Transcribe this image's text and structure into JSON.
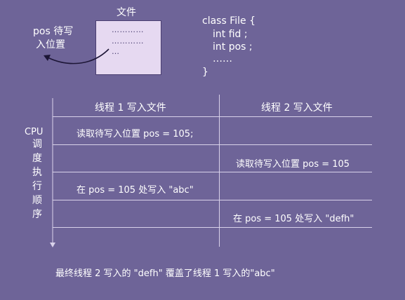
{
  "file_diagram": {
    "box_label": "文件",
    "dots_line_1": "…………",
    "dots_line_2": "…………",
    "dots_line_3": "…",
    "pos_label_line_1": "pos 待写",
    "pos_label_line_2": "入位置"
  },
  "code": {
    "line_1": "class File {",
    "line_2": "int fid ;",
    "line_3": "int pos ;",
    "line_4": "……",
    "line_5": "}"
  },
  "timeline": {
    "thread1_header": "线程 1 写入文件",
    "thread2_header": "线程 2 写入文件",
    "axis_label_top": "CPU",
    "axis_label_chars": [
      "调",
      "度",
      "执",
      "行",
      "顺",
      "序"
    ],
    "steps": [
      {
        "thread": 1,
        "text": "读取待写入位置 pos = 105;"
      },
      {
        "thread": 2,
        "text": "读取待写入位置 pos = 105"
      },
      {
        "thread": 1,
        "text": "在 pos = 105 处写入 \"abc\""
      },
      {
        "thread": 2,
        "text": "在 pos = 105 处写入 \"defh\""
      }
    ]
  },
  "caption": "最终线程 2 写入的 \"defh\" 覆盖了线程 1 写入的\"abc\"",
  "colors": {
    "background": "#6e6498",
    "file_box_fill": "#e6d9f1",
    "lines": "#d9d2ea",
    "text": "#ffffff"
  }
}
